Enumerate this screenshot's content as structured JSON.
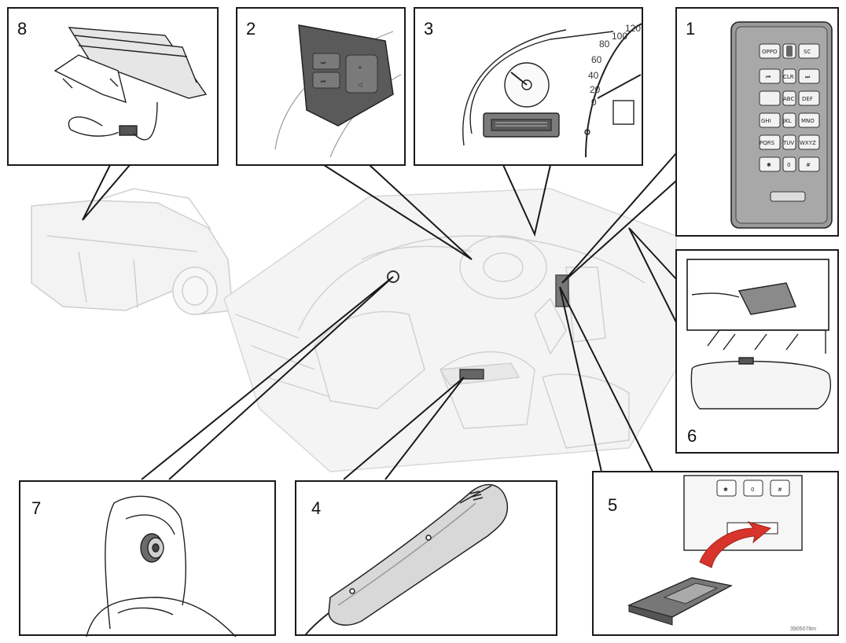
{
  "panels": {
    "p8": {
      "number": "8"
    },
    "p2": {
      "number": "2"
    },
    "p3": {
      "number": "3"
    },
    "p1": {
      "number": "1"
    },
    "p6": {
      "number": "6"
    },
    "p7": {
      "number": "7"
    },
    "p4": {
      "number": "4"
    },
    "p5": {
      "number": "5"
    }
  },
  "keypad": {
    "row1": [
      "OPPO",
      "",
      "SC"
    ],
    "row2": [
      "⏮",
      "CLR",
      "⏭"
    ],
    "row3": [
      "",
      "ABC",
      "DEF"
    ],
    "row4": [
      "GHI",
      "JKL",
      "MNO"
    ],
    "row5": [
      "PQRS",
      "TUV",
      "WXYZ"
    ],
    "row6": [
      "✱",
      "0",
      "#"
    ]
  },
  "gauge_labels": [
    "120",
    "100",
    "80",
    "60",
    "40",
    "20",
    "0"
  ],
  "slot_keys": [
    "✱",
    "0",
    "#"
  ],
  "figure_code": "3905078m",
  "colors": {
    "line": "#1a1a1a",
    "ghost": "#c8c8c8",
    "device": "#8a8a8a",
    "arrow": "#d9342b"
  }
}
